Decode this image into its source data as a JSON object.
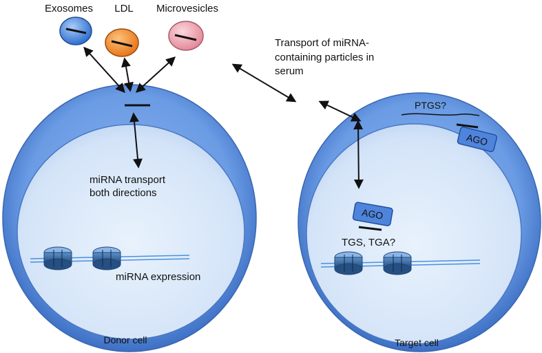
{
  "particles": {
    "exosomes": {
      "label": "Exosomes",
      "color": "#3f7fd6"
    },
    "ldl": {
      "label": "LDL",
      "color": "#f08a24"
    },
    "microvesicles": {
      "label": "Microvesicles",
      "color": "#f0a8b4"
    }
  },
  "serum_note": {
    "line1": "Transport of miRNA-",
    "line2": "containing particles in",
    "line3": "serum"
  },
  "donor_cell": {
    "label": "Donor cell",
    "transport_line1": "miRNA transport",
    "transport_line2": "both directions",
    "expression_label": "miRNA expression"
  },
  "target_cell": {
    "label": "Target cell",
    "ptgs_label": "PTGS?",
    "ago_cytoplasm": "AGO",
    "ago_nucleus": "AGO",
    "tgs_label": "TGS, TGA?"
  },
  "colors": {
    "cell_outer": "#5a8ee0",
    "nucleus": "#d8e8fa",
    "ago_fill": "#4f84dc",
    "nucleosome": "#2f5f9a"
  }
}
